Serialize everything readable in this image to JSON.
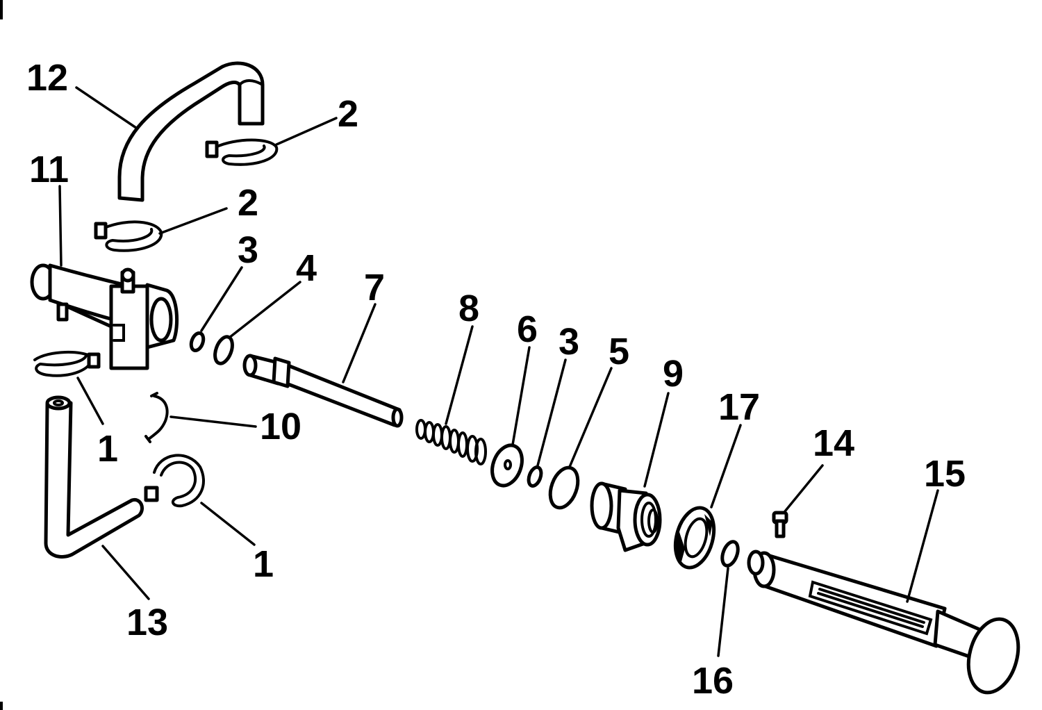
{
  "diagram": {
    "callouts": [
      {
        "id": "c12",
        "label": "12"
      },
      {
        "id": "c2a",
        "label": "2"
      },
      {
        "id": "c11",
        "label": "11"
      },
      {
        "id": "c2b",
        "label": "2"
      },
      {
        "id": "c3a",
        "label": "3"
      },
      {
        "id": "c4",
        "label": "4"
      },
      {
        "id": "c7",
        "label": "7"
      },
      {
        "id": "c8",
        "label": "8"
      },
      {
        "id": "c6",
        "label": "6"
      },
      {
        "id": "c3b",
        "label": "3"
      },
      {
        "id": "c5",
        "label": "5"
      },
      {
        "id": "c9",
        "label": "9"
      },
      {
        "id": "c17",
        "label": "17"
      },
      {
        "id": "c14",
        "label": "14"
      },
      {
        "id": "c15",
        "label": "15"
      },
      {
        "id": "c10",
        "label": "10"
      },
      {
        "id": "c1a",
        "label": "1"
      },
      {
        "id": "c1b",
        "label": "1"
      },
      {
        "id": "c13",
        "label": "13"
      },
      {
        "id": "c16",
        "label": "16"
      }
    ]
  }
}
